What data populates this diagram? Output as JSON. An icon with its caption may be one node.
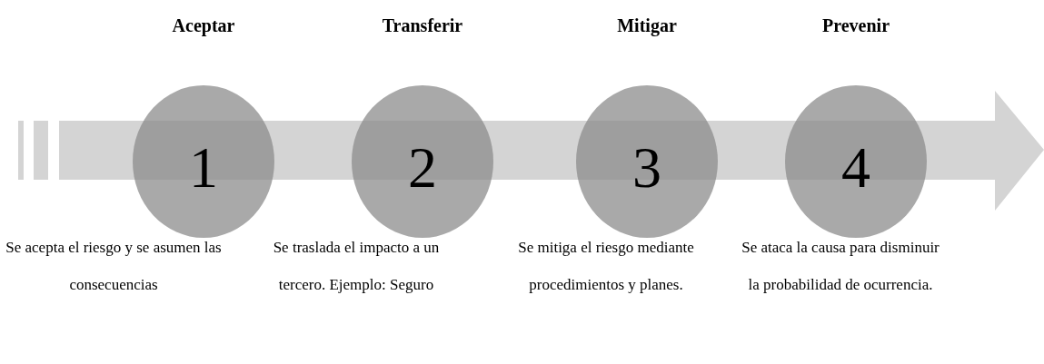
{
  "diagram": {
    "nodes": [
      {
        "text": [
          "Aceptar",
          "1"
        ],
        "beside": [
          "Se acepta el riesgo y se asumen las consecuencias"
        ]
      },
      {
        "text": [
          "Transferir",
          "2"
        ],
        "beside": [
          "Se traslada el impacto a un tercero. Ejemplo: Seguro"
        ]
      },
      {
        "text": [
          "Mitigar",
          "3"
        ],
        "beside": [
          "Se mitiga el riesgo mediante procedimientos y planes."
        ]
      },
      {
        "text": [
          "Prevenir",
          "4"
        ],
        "beside": [
          "Se ataca la causa para disminuir la probabilidad de ocurrencia."
        ]
      }
    ]
  }
}
